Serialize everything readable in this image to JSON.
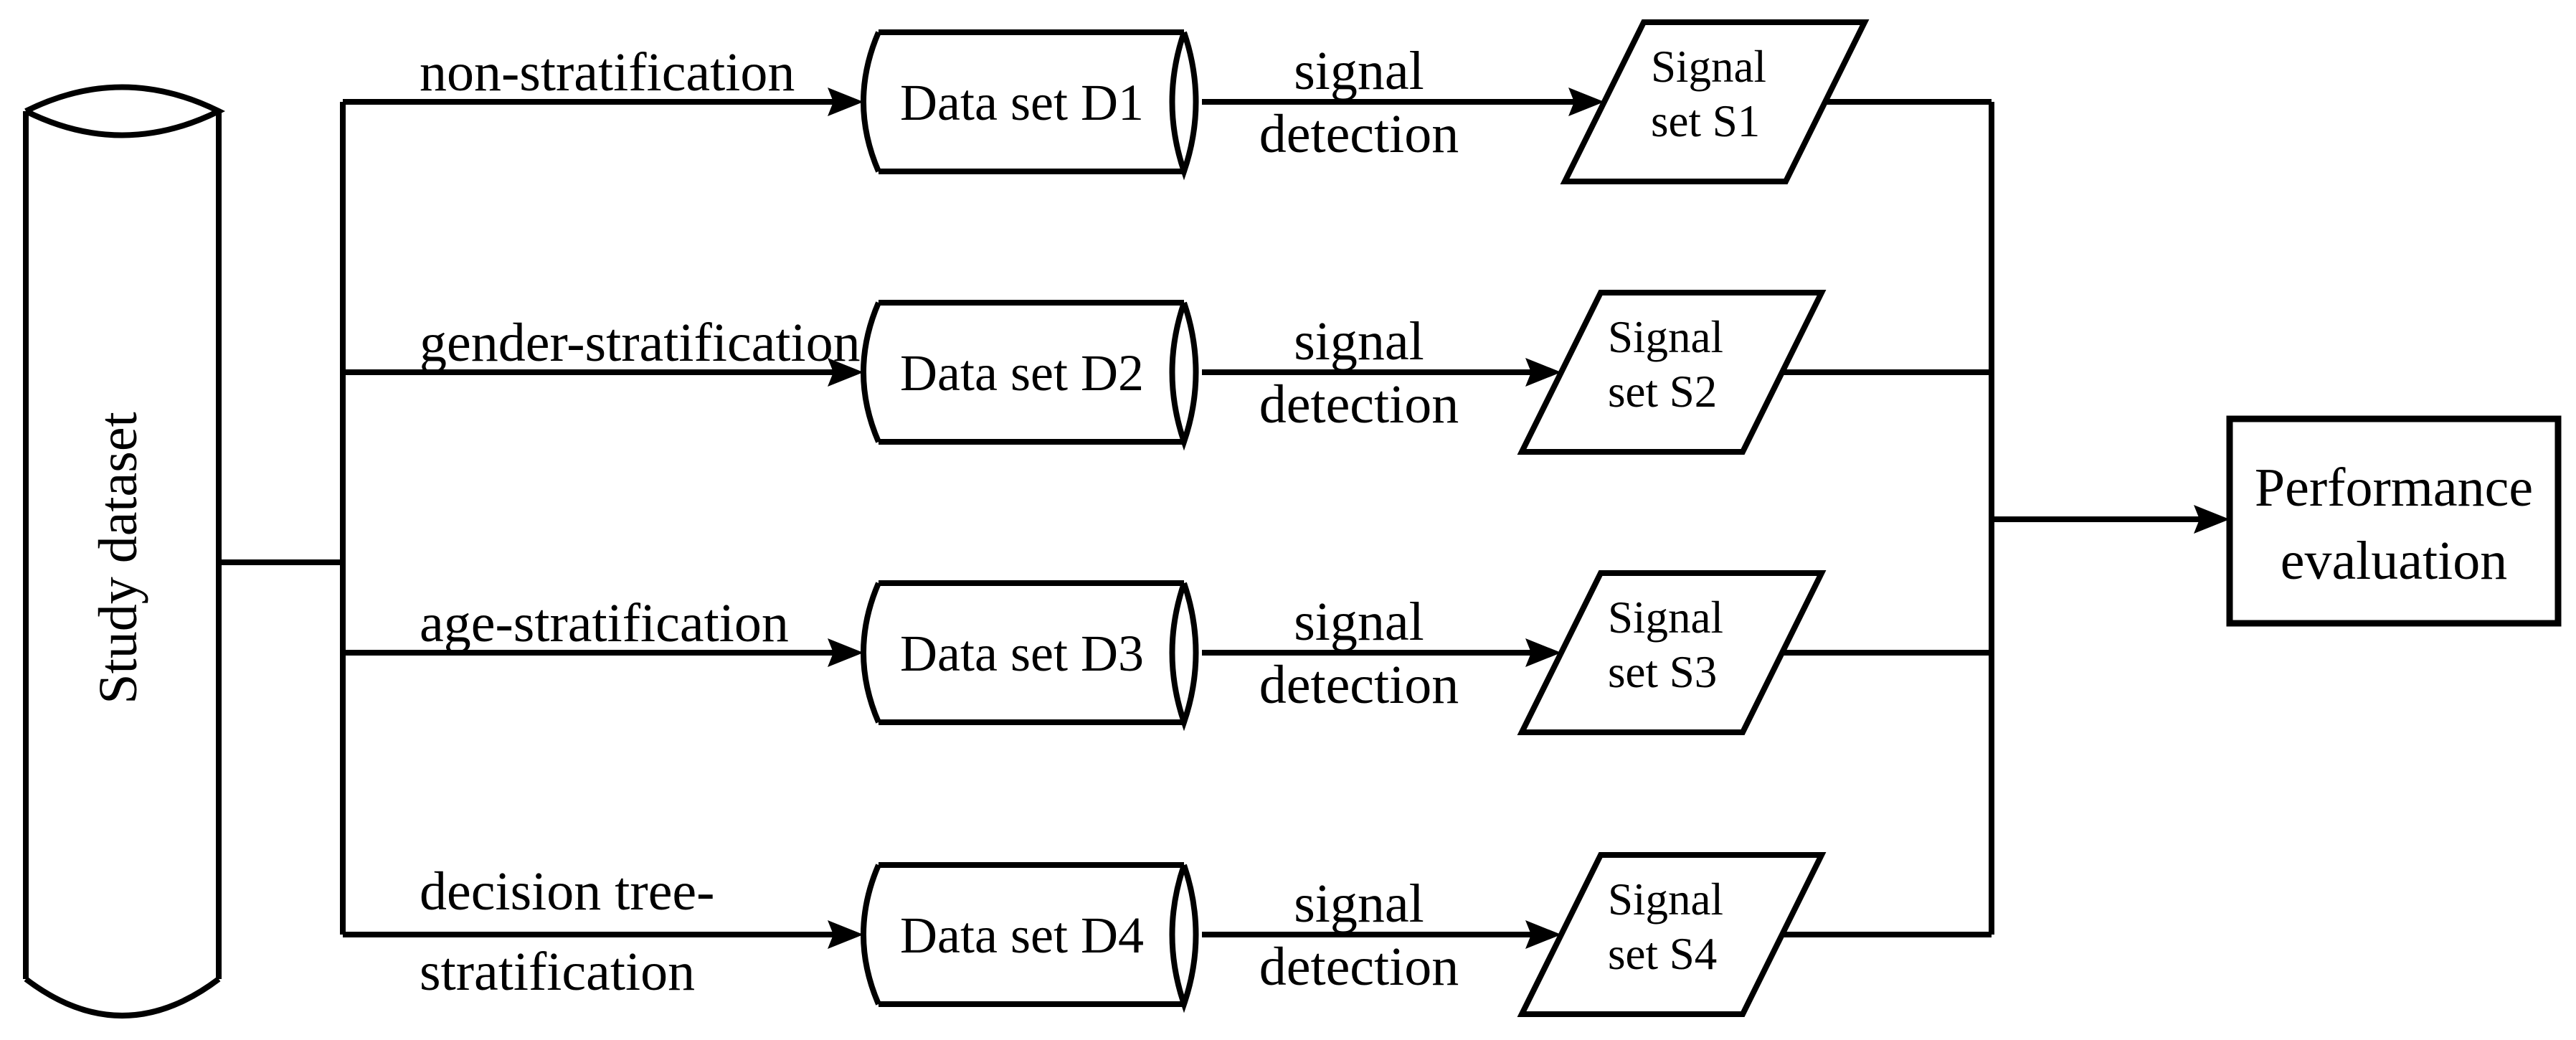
{
  "diagram": {
    "title": "Stratification signal detection workflow",
    "background_color": "#ffffff",
    "stroke_color": "#000000",
    "source_label": "Study dataset",
    "rows": [
      {
        "branch_label": "non-stratification",
        "dataset_label": "Data set D1",
        "process_line1": "signal",
        "process_line2": "detection",
        "output_line1": "Signal",
        "output_line2": "set S1"
      },
      {
        "branch_label": "gender-stratification",
        "dataset_label": "Data set D2",
        "process_line1": "signal",
        "process_line2": "detection",
        "output_line1": "Signal",
        "output_line2": "set S2"
      },
      {
        "branch_label": "age-stratification",
        "dataset_label": "Data set D3",
        "process_line1": "signal",
        "process_line2": "detection",
        "output_line1": "Signal",
        "output_line2": "set S3"
      },
      {
        "branch_label": "decision tree-",
        "branch_label_line2": "stratification",
        "dataset_label": "Data set D4",
        "process_line1": "signal",
        "process_line2": "detection",
        "output_line1": "Signal",
        "output_line2": "set S4"
      }
    ],
    "sink_line1": "Performance",
    "sink_line2": "evaluation"
  }
}
